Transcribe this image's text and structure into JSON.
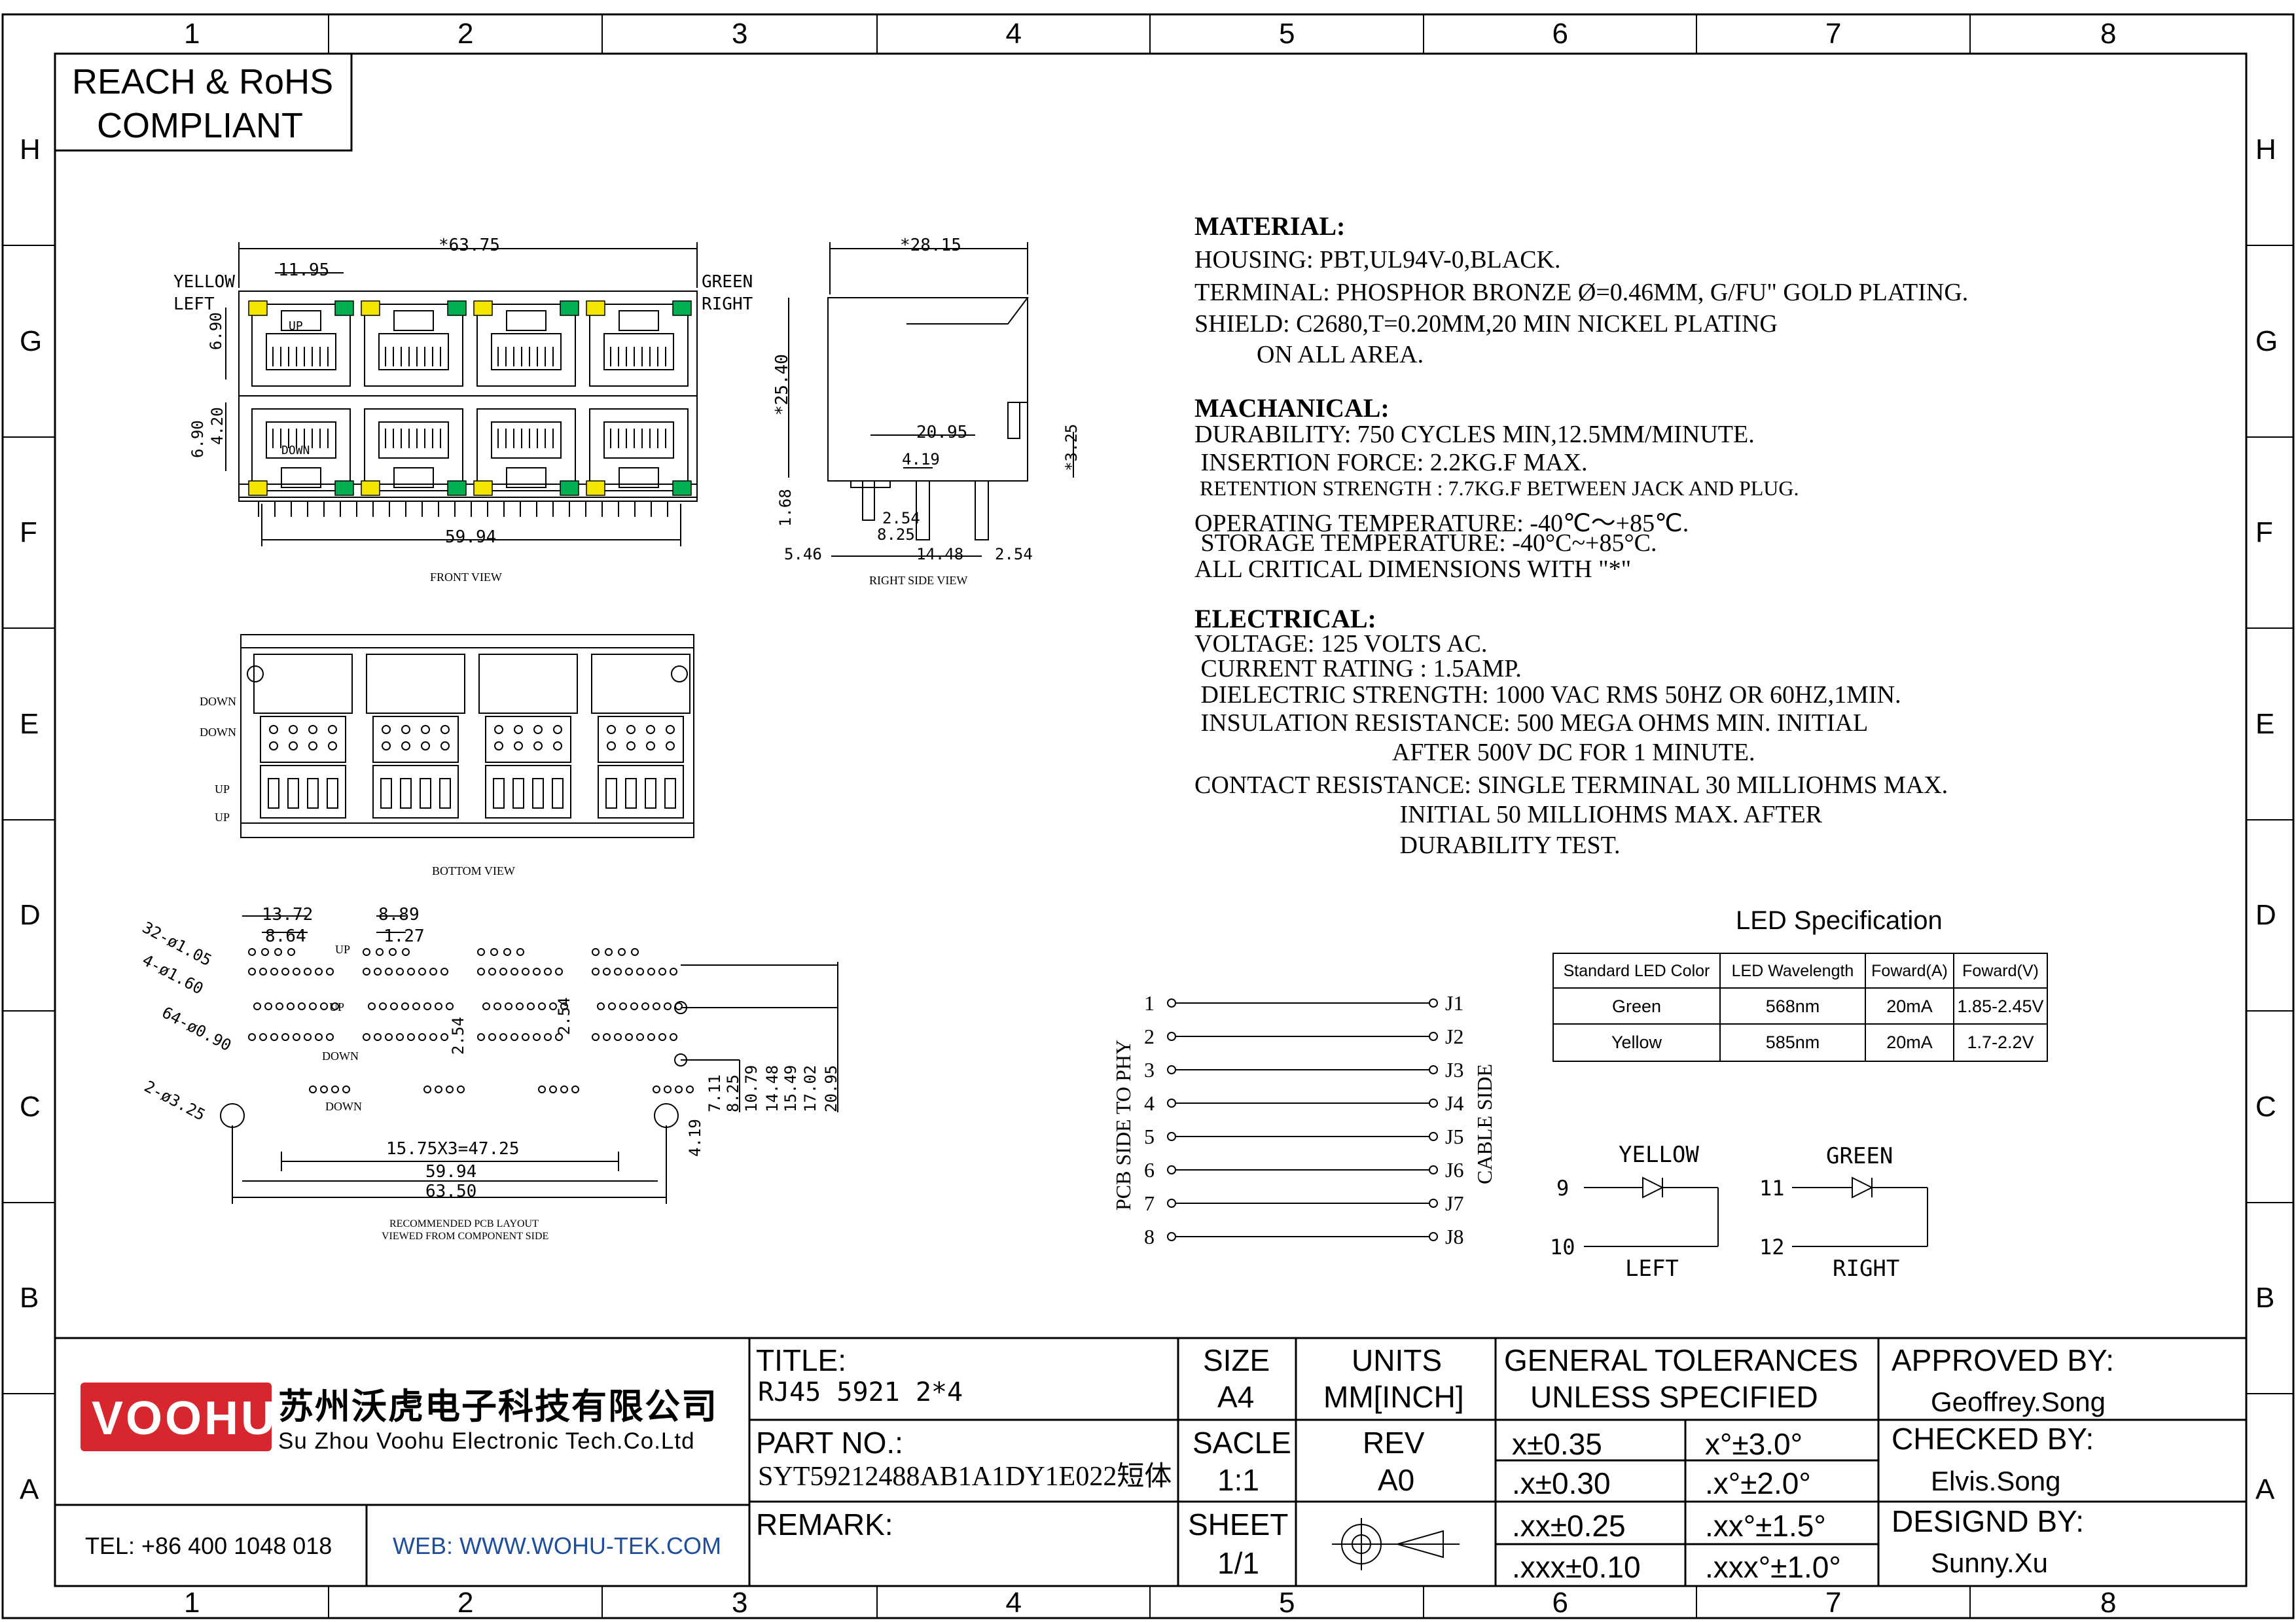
{
  "frame": {
    "col_labels": [
      "1",
      "2",
      "3",
      "4",
      "5",
      "6",
      "7",
      "8"
    ],
    "row_labels": [
      "H",
      "G",
      "F",
      "E",
      "D",
      "C",
      "B",
      "A"
    ]
  },
  "compliance": {
    "line1": "REACH & RoHS",
    "line2": "COMPLIANT"
  },
  "front_view": {
    "caption": "FRONT VIEW",
    "dims": {
      "width": "*63.75",
      "pitch": "11.95",
      "h1": "6.90",
      "h2": "6.90",
      "h3": "4.20",
      "bottom": "59.94"
    },
    "labels": {
      "yellow": "YELLOW",
      "left": "LEFT",
      "green": "GREEN",
      "right": "RIGHT",
      "up": "UP",
      "down": "DOWN"
    }
  },
  "right_view": {
    "caption": "RIGHT SIDE VIEW",
    "dims": {
      "depth": "*28.15",
      "height": "*25.40",
      "d1": "20.95",
      "d2": "4.19",
      "d3": "*3.25",
      "d4": "1.68",
      "d5": "2.54",
      "d6": "8.25",
      "d7": "5.46",
      "d8": "14.48",
      "d9": "2.54"
    }
  },
  "bottom_view": {
    "caption": "BOTTOM VIEW",
    "labels": [
      "DOWN",
      "DOWN",
      "UP",
      "UP"
    ]
  },
  "pcb_layout": {
    "caption1": "RECOMMENDED PCB LAYOUT",
    "caption2": "VIEWED FROM COMPONENT SIDE",
    "dims": {
      "a": "13.72",
      "b": "8.64",
      "c": "8.89",
      "d": "1.27",
      "e": "2.54",
      "f": "2.54",
      "g": "15.75X3=47.25",
      "h": "59.94",
      "i": "63.50",
      "j": "4.19",
      "k": "7.11",
      "l": "8.25",
      "m": "10.79",
      "n": "14.48",
      "o": "15.49",
      "p": "17.02",
      "q": "20.95"
    },
    "holes": [
      "32-ø1.05",
      "4-ø1.60",
      "64-ø0.90",
      "2-ø3.25"
    ],
    "labels": {
      "up1": "UP",
      "up2": "UP",
      "down1": "DOWN",
      "down2": "DOWN"
    }
  },
  "material": {
    "heading": "MATERIAL:",
    "lines": [
      "HOUSING: PBT,UL94V-0,BLACK.",
      "TERMINAL: PHOSPHOR BRONZE Ø=0.46MM, G/FU\" GOLD PLATING.",
      "SHIELD: C2680,T=0.20MM,20 MIN NICKEL PLATING",
      "          ON ALL AREA."
    ]
  },
  "mechanical": {
    "heading": "MACHANICAL:",
    "lines": [
      "DURABILITY: 750 CYCLES MIN,12.5MM/MINUTE.",
      " INSERTION FORCE: 2.2KG.F MAX.",
      " RETENTION STRENGTH : 7.7KG.F BETWEEN JACK AND PLUG.",
      "OPERATING TEMPERATURE: -40℃～+85℃.",
      " STORAGE TEMPERATURE: -40°C~+85°C.",
      "ALL CRITICAL DIMENSIONS WITH \"*\""
    ]
  },
  "electrical": {
    "heading": "ELECTRICAL:",
    "lines": [
      "VOLTAGE: 125 VOLTS AC.",
      " CURRENT RATING : 1.5AMP.",
      " DIELECTRIC STRENGTH: 1000 VAC RMS 50HZ OR 60HZ,1MIN.",
      " INSULATION RESISTANCE: 500 MEGA OHMS MIN. INITIAL",
      "                                AFTER 500V DC FOR 1 MINUTE.",
      "CONTACT RESISTANCE: SINGLE TERMINAL 30 MILLIOHMS MAX.",
      "                                 INITIAL 50 MILLIOHMS MAX. AFTER",
      "                                 DURABILITY TEST."
    ]
  },
  "led_spec": {
    "title": "LED Specification",
    "headers": [
      "Standard LED Color",
      "LED Wavelength",
      "Foward(A)",
      "Foward(V)"
    ],
    "rows": [
      [
        "Green",
        "568nm",
        "20mA",
        "1.85-2.45V"
      ],
      [
        "Yellow",
        "585nm",
        "20mA",
        "1.7-2.2V"
      ]
    ]
  },
  "schematic": {
    "left_label": "PCB SIDE TO PHY",
    "right_label": "CABLE SIDE",
    "pins": [
      "1",
      "2",
      "3",
      "4",
      "5",
      "6",
      "7",
      "8"
    ],
    "jacks": [
      "J1",
      "J2",
      "J3",
      "J4",
      "J5",
      "J6",
      "J7",
      "J8"
    ],
    "led_yellow": {
      "name": "YELLOW",
      "pin_a": "9",
      "pin_b": "10",
      "side": "LEFT"
    },
    "led_green": {
      "name": "GREEN",
      "pin_a": "11",
      "pin_b": "12",
      "side": "RIGHT"
    }
  },
  "title_block": {
    "logo": "VOOHU",
    "company_cn": "苏州沃虎电子科技有限公司",
    "company_en": "Su Zhou Voohu Electronic Tech.Co.Ltd",
    "tel": "TEL: +86 400 1048 018",
    "web": "WEB: WWW.WOHU-TEK.COM",
    "title_label": "TITLE:",
    "title_value": "RJ45 5921 2*4",
    "part_label": "PART NO.:",
    "part_value": "SYT59212488AB1A1DY1E022短体",
    "remark_label": "REMARK:",
    "size_label": "SIZE",
    "size_value": "A4",
    "scale_label": "SACLE",
    "scale_value": "1:1",
    "sheet_label": "SHEET",
    "sheet_value": "1/1",
    "units_label": "UNITS",
    "units_value": "MM[INCH]",
    "rev_label": "REV",
    "rev_value": "A0",
    "tol_label1": "GENERAL TOLERANCES",
    "tol_label2": "UNLESS SPECIFIED",
    "tolerances": [
      [
        "x±0.35",
        "x°±3.0°"
      ],
      [
        ".x±0.30",
        ".x°±2.0°"
      ],
      [
        ".xx±0.25",
        ".xx°±1.5°"
      ],
      [
        ".xxx±0.10",
        ".xxx°±1.0°"
      ]
    ],
    "approved_label": "APPROVED BY:",
    "approved_value": "Geoffrey.Song",
    "checked_label": "CHECKED BY:",
    "checked_value": "Elvis.Song",
    "designed_label": "DESIGND BY:",
    "designed_value": "Sunny.Xu"
  },
  "colors": {
    "led_yellow": "#f2e600",
    "led_green": "#00b050",
    "logo_red": "#d7262e",
    "web_blue": "#1f4e9c"
  }
}
